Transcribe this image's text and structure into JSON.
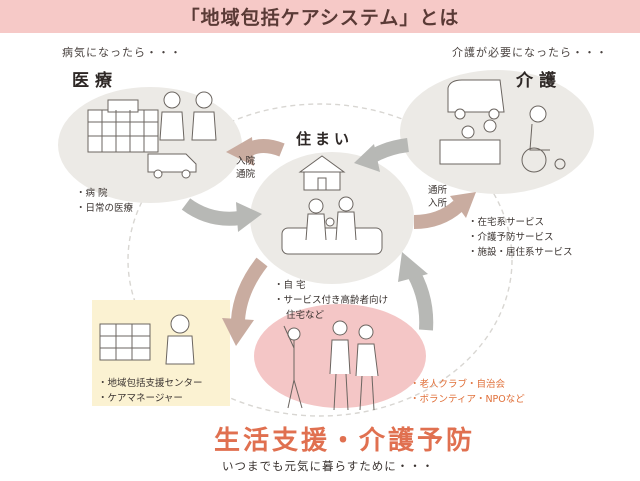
{
  "title": "「地域包括ケアシステム」とは",
  "medical": {
    "subtitle": "病気になったら・・・",
    "heading": "医療",
    "items": [
      "病 院",
      "日常の医療"
    ]
  },
  "care": {
    "subtitle": "介護が必要になったら・・・",
    "heading": "介護",
    "items": [
      "在宅系サービス",
      "介護予防サービス",
      "施設・居住系サービス"
    ]
  },
  "home": {
    "heading": "住まい",
    "items": [
      "自 宅",
      "サービス付き高齢者向け"
    ],
    "continuation": "住宅など"
  },
  "flows": {
    "medical_to_home_1": "入院",
    "medical_to_home_2": "通院",
    "home_to_care_1": "通所",
    "home_to_care_2": "入所"
  },
  "support_center": {
    "items": [
      "地域包括支援センター",
      "ケアマネージャー"
    ]
  },
  "prevention": {
    "heading": "生活支援・介護予防",
    "items": [
      "老人クラブ・自治会",
      "ボランティア・NPOなど"
    ]
  },
  "footer": "いつまでも元気に暮らすために・・・",
  "colors": {
    "banner": "#f6c9c7",
    "ellipse_gray": "#eceae6",
    "ellipse_pink": "#f4c6c6",
    "arrow_brown": "#c9aca0",
    "arrow_gray": "#b7b8b5",
    "accent_orange": "#e07050"
  }
}
